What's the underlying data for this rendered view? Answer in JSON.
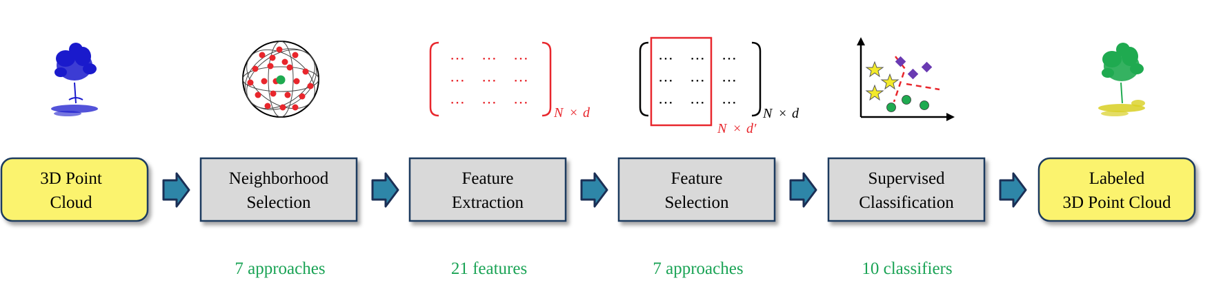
{
  "pipeline": {
    "stages": [
      {
        "id": "input",
        "lines": [
          "3D Point",
          "Cloud"
        ],
        "sub": ""
      },
      {
        "id": "neighborhood",
        "lines": [
          "Neighborhood",
          "Selection"
        ],
        "sub": "7 approaches"
      },
      {
        "id": "extraction",
        "lines": [
          "Feature",
          "Extraction"
        ],
        "sub": "21 features"
      },
      {
        "id": "selection",
        "lines": [
          "Feature",
          "Selection"
        ],
        "sub": "7 approaches"
      },
      {
        "id": "classification",
        "lines": [
          "Supervised",
          "Classification"
        ],
        "sub": "10 classifiers"
      },
      {
        "id": "output",
        "lines": [
          "Labeled",
          "3D Point Cloud"
        ],
        "sub": ""
      }
    ]
  },
  "matrices": {
    "dots": "⋯",
    "extraction_dim": {
      "n": "N",
      "times": "×",
      "d": "d"
    },
    "selection_outer_dim": {
      "n": "N",
      "times": "×",
      "d": "d"
    },
    "selection_inner_dim": {
      "n": "N",
      "times": "×",
      "d": "d′"
    }
  },
  "colors": {
    "input_fill": "#fbf36e",
    "process_fill": "#d9d9d9",
    "box_border": "#1f3a5f",
    "arrow_fill": "#2e86a8",
    "arrow_border": "#1b2f55",
    "sub_text": "#1aa355",
    "red": "#e8262c",
    "green": "#1faa50",
    "blue_tree": "#1a1acc",
    "yellow_ground": "#d8cf22",
    "purple": "#6a3ab2",
    "star": "#f3ea2a"
  },
  "icons": [
    "tree-blue-icon",
    "neighborhood-sphere-icon",
    "scatter-classifier-icon",
    "tree-labeled-icon"
  ]
}
